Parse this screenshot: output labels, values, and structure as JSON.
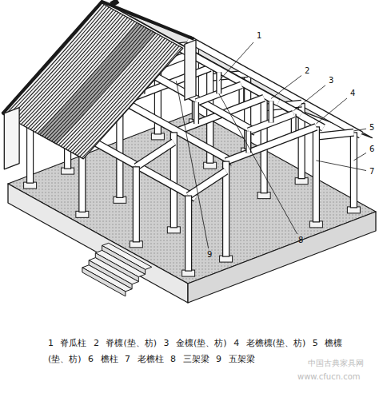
{
  "diagram": {
    "caption": "1 脊瓜柱 2 脊檩(垫、枋) 3 金檩(垫、枋) 4 老檐檩(垫、枋) 5 檐檩(垫、枋) 6 檐柱 7 老檐柱 8 三架梁 9 五架梁",
    "labels": [
      "1",
      "2",
      "3",
      "4",
      "5",
      "6",
      "7",
      "8",
      "9",
      "中国古典家具网",
      "www.cfucn.com"
    ]
  }
}
